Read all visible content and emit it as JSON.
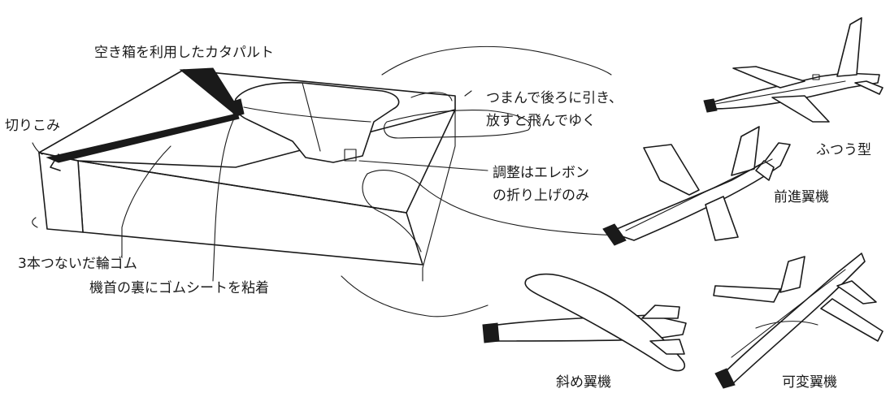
{
  "labels": {
    "title": "空き箱を利用したカタパルト",
    "notch": "切りこみ",
    "pinch_line1": "つまんで後ろに引き、",
    "pinch_line2": "放すと飛んでゆく",
    "adjust_line1": "調整はエレボン",
    "adjust_line2": "の折り上げのみ",
    "rubber": "3本つないだ輪ゴム",
    "nose": "機首の裏にゴムシートを粘着",
    "type_normal": "ふつう型",
    "type_forward": "前進翼機",
    "type_oblique": "斜め翼機",
    "type_variable": "可変翼機"
  },
  "colors": {
    "ink": "#1a1a1a",
    "paper": "#ffffff"
  }
}
